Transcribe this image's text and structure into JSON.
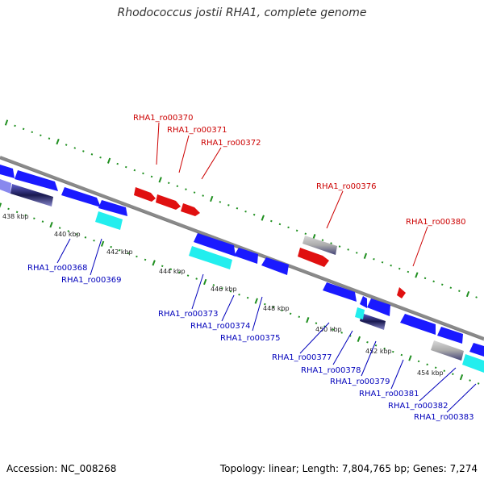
{
  "title": "Rhodococcus jostii RHA1, complete genome",
  "accession": "Accession: NC_008268",
  "stats": "Topology: linear; Length: 7,804,765 bp; Genes: 7,274",
  "colors": {
    "forward_gene": "#e01010",
    "reverse_gene": "#1a1aff",
    "rna": "#22eeee",
    "pseudo": "#8888ee",
    "forward_label": "#cc0000",
    "reverse_label": "#0000bb",
    "backbone": "#8a8a8a",
    "ticks": "#1f8f1f"
  },
  "kbp_labels": [
    "438 kbp",
    "440 kbp",
    "442 kbp",
    "444 kbp",
    "446 kbp",
    "448 kbp",
    "450 kbp",
    "452 kbp",
    "454 kbp"
  ],
  "forward_genes": [
    "RHA1_ro00370",
    "RHA1_ro00371",
    "RHA1_ro00372",
    "RHA1_ro00376",
    "RHA1_ro00380"
  ],
  "reverse_genes": [
    "RHA1_ro00368",
    "RHA1_ro00369",
    "RHA1_ro00373",
    "RHA1_ro00374",
    "RHA1_ro00375",
    "RHA1_ro00377",
    "RHA1_ro00378",
    "RHA1_ro00379",
    "RHA1_ro00381",
    "RHA1_ro00382",
    "RHA1_ro00383"
  ]
}
